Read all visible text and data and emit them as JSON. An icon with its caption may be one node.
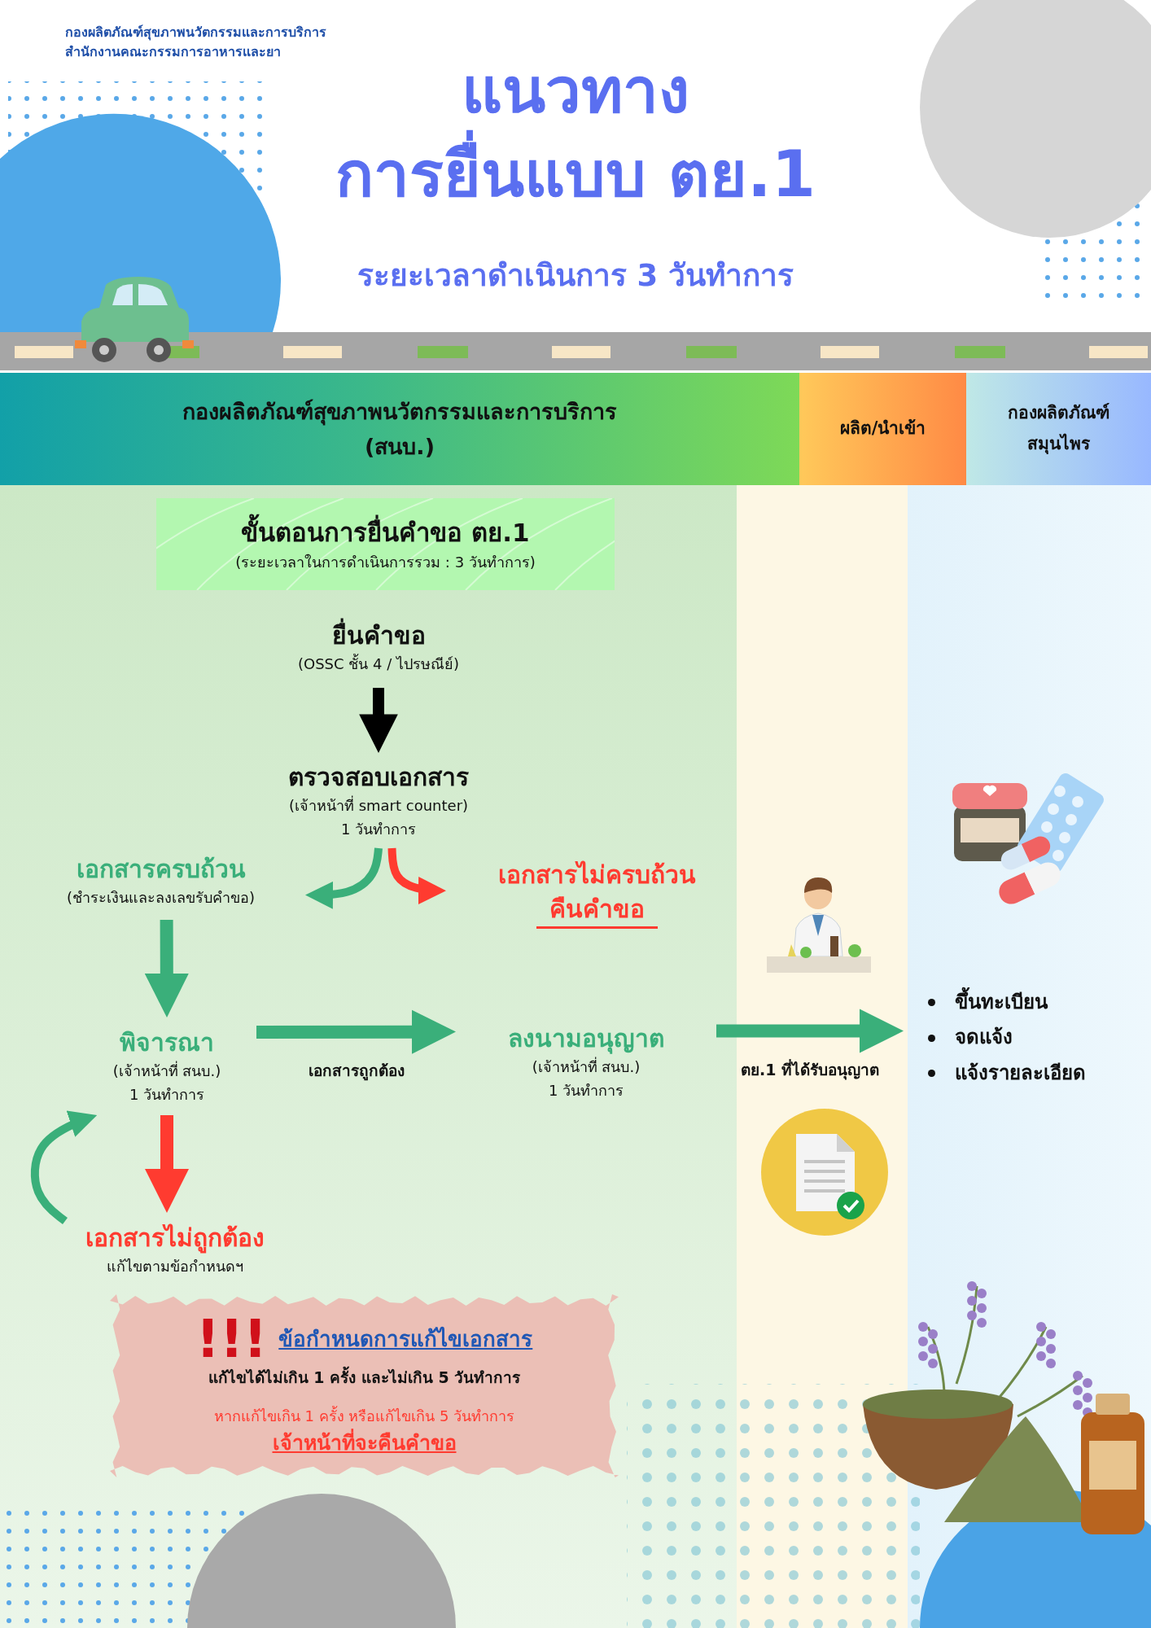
{
  "diagram": {
    "title": "แนวทาง การยื่นแบบ ตย.1",
    "nodes": [
      {
        "text": [
          "กองผลิตภัณฑ์สุขภาพนวัตกรรมและการบริการ (สนบ.)"
        ]
      },
      {
        "text": [
          "ผลิต/นำเข้า"
        ]
      },
      {
        "text": [
          "กองผลิตภัณฑ์สมุนไพร"
        ]
      },
      {
        "text": [
          "ขั้นตอนการยื่นคำขอ ตย.1",
          "(ระยะเวลาในการดำเนินการรวม : 3 วันทำการ)"
        ]
      },
      {
        "text": [
          "ยื่นคำขอ",
          "(OSSC ชั้น 4 / ไปรษณีย์)"
        ]
      },
      {
        "text": [
          "ตรวจสอบเอกสาร",
          "(เจ้าหน้าที่ smart counter)",
          "1 วันทำการ"
        ]
      },
      {
        "text": [
          "เอกสารครบถ้วน",
          "(ชำระเงินและลงเลขรับคำขอ)"
        ]
      },
      {
        "text": [
          "เอกสารไม่ครบถ้วน",
          "คืนคำขอ"
        ]
      },
      {
        "text": [
          "พิจารณา",
          "(เจ้าหน้าที่ สนบ.)",
          "1 วันทำการ"
        ]
      },
      {
        "text": [
          "ลงนามอนุญาต",
          "(เจ้าหน้าที่ สนบ.)",
          "1 วันทำการ"
        ]
      },
      {
        "text": [
          "ขึ้นทะเบียน",
          "จดแจ้ง",
          "แจ้งรายละเอียด"
        ]
      },
      {
        "text": [
          "เอกสารไม่ถูกต้อง",
          "แก้ไขตามข้อกำหนดฯ"
        ]
      },
      {
        "text": [
          "!!!",
          "ข้อกำหนดการแก้ไขเอกสาร",
          "แก้ไขได้ไม่เกิน 1 ครั้ง และไม่เกิน 5 วันทำการ",
          "หากแก้ไขเกิน 1 ครั้ง หรือแก้ไขเกิน 5 วันทำการ",
          "เจ้าหน้าที่จะคืนคำขอ"
        ]
      }
    ],
    "edges": [
      {
        "from": 4,
        "to": 5,
        "arrow": "to",
        "color": "#000000"
      },
      {
        "from": 5,
        "to": 6,
        "arrow": "to"
      },
      {
        "from": 5,
        "to": 7,
        "arrow": "to",
        "color": "#ff3b30"
      },
      {
        "from": 6,
        "to": 8,
        "arrow": "to"
      },
      {
        "from": 8,
        "to": 9,
        "arrow": "to",
        "label": "เอกสารถูกต้อง"
      },
      {
        "from": 9,
        "to": 10,
        "arrow": "to",
        "label": "ตย.1 ที่ได้รับอนุญาต"
      },
      {
        "from": 8,
        "to": 11,
        "arrow": "to",
        "color": "#ff3b30"
      },
      {
        "from": 11,
        "to": 8,
        "arrow": "to"
      }
    ],
    "labels": [
      "กองผลิตภัณฑ์สุขภาพนวัตกรรมและการบริการ",
      "สำนักงานคณะกรรมการอาหารและยา",
      "ระยะเวลาดำเนินการ 3 วันทำการ"
    ]
  }
}
